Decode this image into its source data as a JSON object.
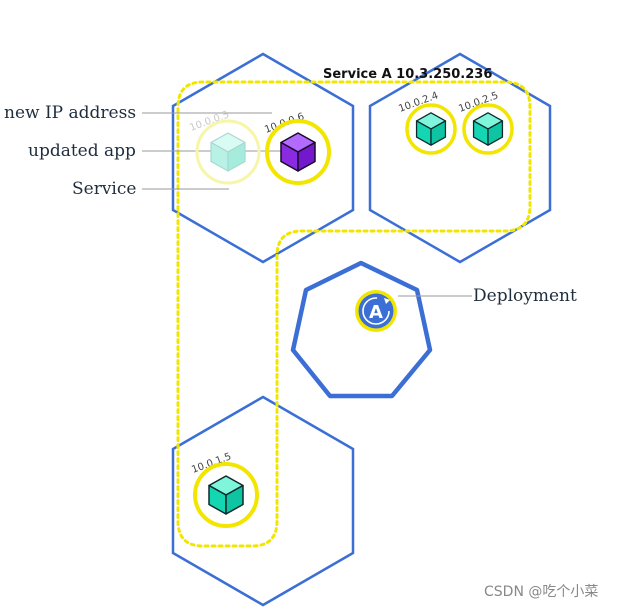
{
  "labels": {
    "new_ip": "new IP address",
    "updated_app": "updated app",
    "service": "Service",
    "deployment": "Deployment"
  },
  "service_title": "Service A 10.3.250.236",
  "deployment_icon": "A",
  "pods": {
    "old": "10.0.0.5",
    "new": "10.0.0.6",
    "n2a": "10.0.2.4",
    "n2b": "10.0.2.5",
    "n3": "10.0.1.5"
  },
  "watermark": "CSDN @吃个小菜",
  "colors": {
    "node_blue": "#3b6fd6",
    "service_yellow": "#f2e600",
    "cube_teal": "#2ee6c4",
    "cube_purple": "#8a2be2"
  }
}
